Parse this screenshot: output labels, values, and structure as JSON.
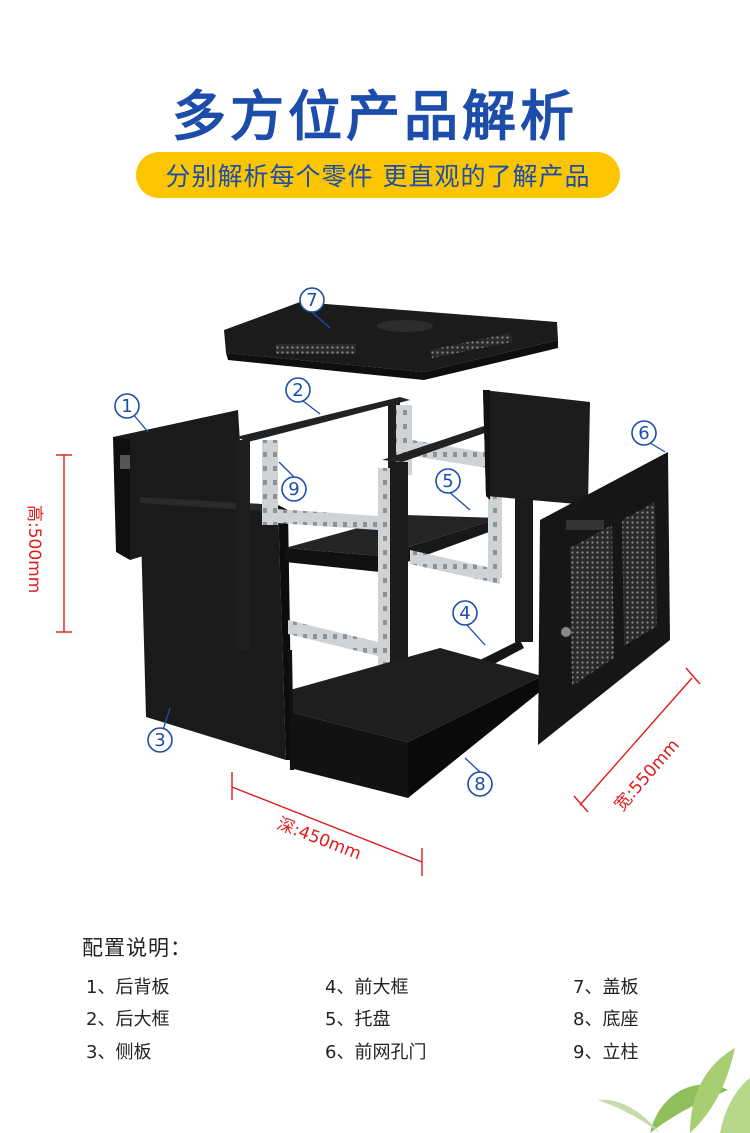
{
  "header": {
    "title": "多方位产品解析",
    "subtitle": "分别解析每个零件 更直观的了解产品"
  },
  "colors": {
    "title_blue": "#1c4dab",
    "pill_yellow": "#fbc600",
    "dimension_red": "#e11b1b",
    "cabinet_black": "#1a1a1a",
    "rail_silver": "#cfd3d6"
  },
  "callouts": [
    "1",
    "2",
    "3",
    "4",
    "5",
    "6",
    "7",
    "8",
    "9"
  ],
  "dimensions": {
    "height": "高:500mm",
    "depth": "深:450mm",
    "width": "宽:550mm"
  },
  "config": {
    "title": "配置说明：",
    "items": [
      "1、后背板",
      "2、后大框",
      "3、侧板",
      "4、前大框",
      "5、托盘",
      "6、前网孔门",
      "7、盖板",
      "8、底座",
      "9、立柱"
    ]
  }
}
